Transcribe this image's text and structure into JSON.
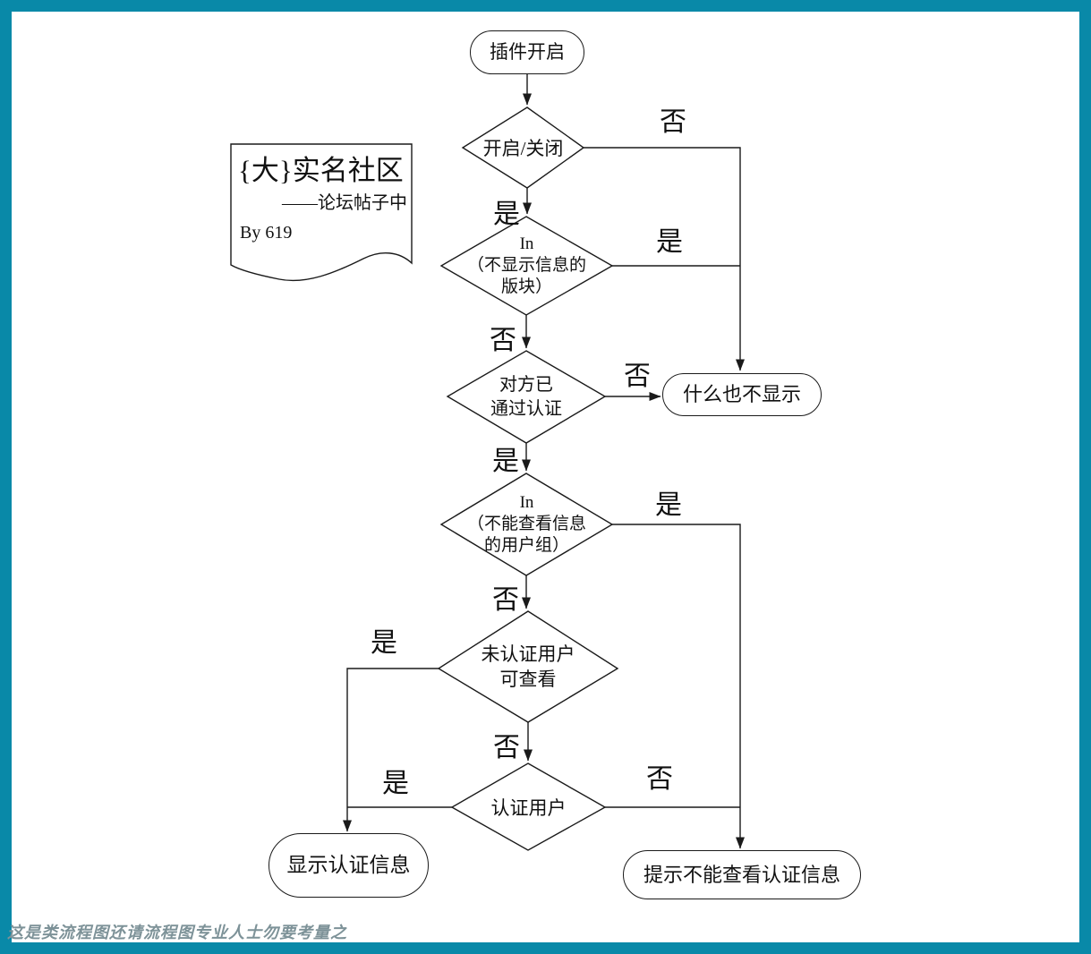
{
  "frame": {
    "border_color": "#0989a8",
    "background": "#ffffff",
    "line_color": "#1a1a1a"
  },
  "watermark": "这是类流程图还请流程图专业人士勿要考量之",
  "note": {
    "title": "{大}实名社区",
    "subtitle": "——论坛帖子中",
    "byline": "By  619"
  },
  "nodes": {
    "start": {
      "label": "插件开启"
    },
    "decision_plugin": {
      "label": "开启/关闭"
    },
    "decision_forum": {
      "line1": "In",
      "line2": "（不显示信息的",
      "line3": "版块）"
    },
    "decision_verified": {
      "line1": "对方已",
      "line2": "通过认证"
    },
    "terminal_nothing": {
      "label": "什么也不显示"
    },
    "decision_usergroup": {
      "line1": "In",
      "line2": "（不能查看信息",
      "line3": "的用户组）"
    },
    "decision_unverified": {
      "line1": "未认证用户",
      "line2": "可查看"
    },
    "decision_authuser": {
      "label": "认证用户"
    },
    "terminal_show": {
      "label": "显示认证信息"
    },
    "terminal_prompt": {
      "label": "提示不能查看认证信息"
    }
  },
  "edge_labels": {
    "plugin_no": "否",
    "plugin_yes": "是",
    "forum_yes": "是",
    "forum_no": "否",
    "verified_no": "否",
    "verified_yes": "是",
    "usergroup_yes": "是",
    "usergroup_no": "否",
    "unverified_yes": "是",
    "unverified_no": "否",
    "authuser_yes": "是",
    "authuser_no": "否"
  }
}
